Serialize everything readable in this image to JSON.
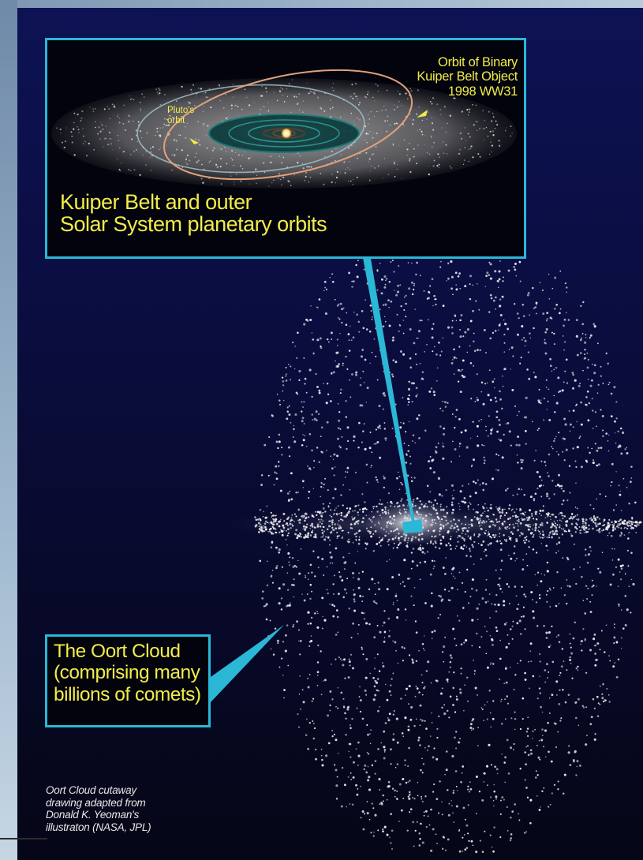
{
  "kuiper_inset": {
    "title_lines": [
      "Kuiper Belt and outer",
      "Solar System planetary orbits"
    ],
    "binary_orbit_label_lines": [
      "Orbit of Binary",
      "Kuiper Belt Object",
      "1998 WW31"
    ],
    "pluto_label_lines": [
      "Pluto's",
      "orbit"
    ]
  },
  "oort_callout": {
    "title_lines": [
      "The Oort Cloud",
      "(comprising many",
      "billions of comets)"
    ]
  },
  "credit": {
    "lines": [
      "Oort Cloud cutaway",
      "drawing adapted from",
      "Donald K. Yeoman's",
      "illustraton (NASA, JPL)"
    ]
  },
  "colors": {
    "label_yellow": "#f2ec4a",
    "callout_cyan": "#2bb7d6",
    "orbit_salmon": "#e3a07a",
    "space_blue": "#0d1254"
  }
}
